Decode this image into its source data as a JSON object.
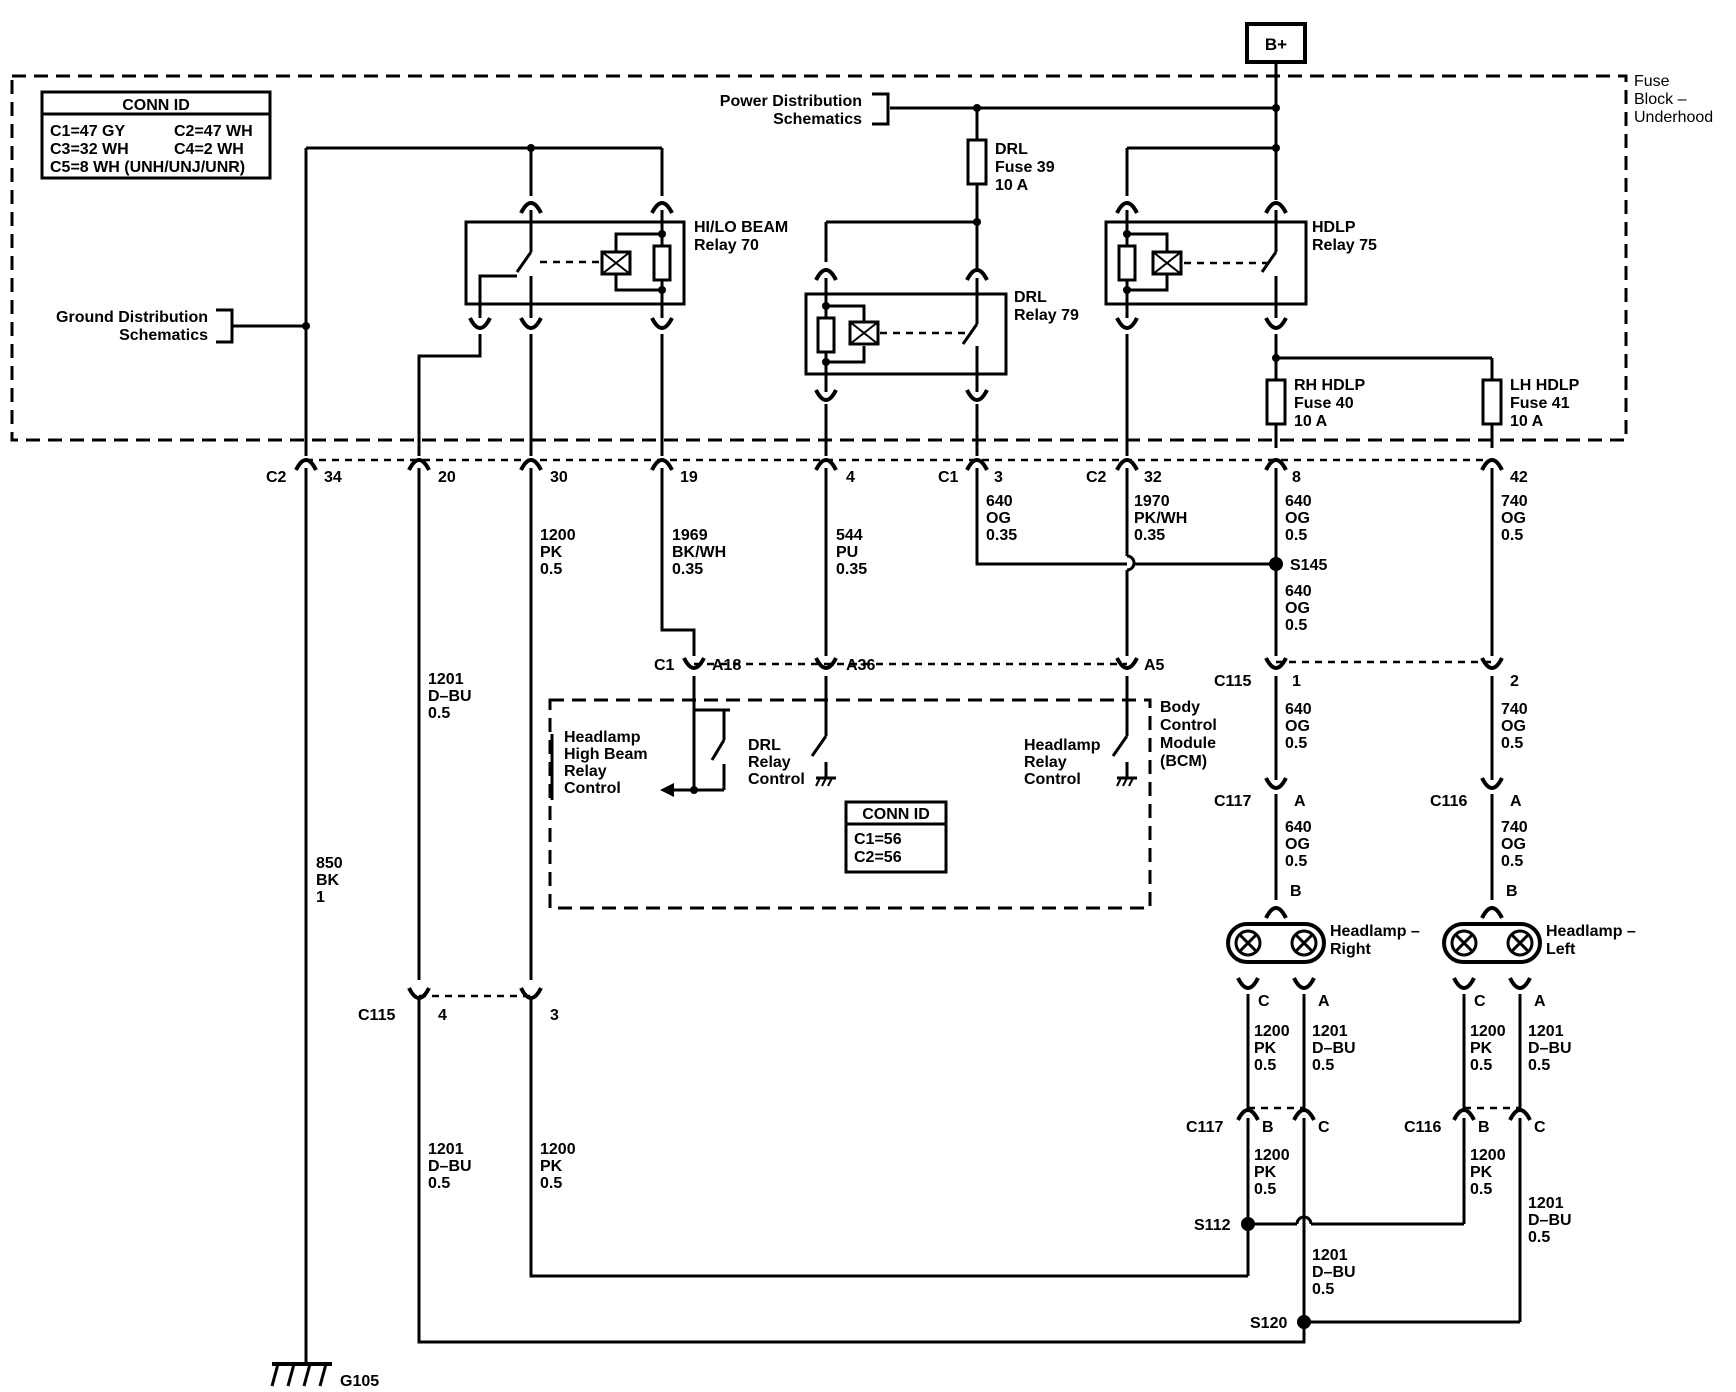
{
  "power": {
    "battery": "B+"
  },
  "fuse_block": {
    "line1": "Fuse",
    "line2": "Block –",
    "line3": "Underhood"
  },
  "conn_id_top": {
    "title": "CONN ID",
    "c1": "C1=47 GY",
    "c2": "C2=47 WH",
    "c3": "C3=32 WH",
    "c4": "C4=2 WH",
    "c5": "C5=8 WH (UNH/UNJ/UNR)"
  },
  "conn_id_bcm": {
    "title": "CONN ID",
    "c1": "C1=56",
    "c2": "C2=56"
  },
  "refs": {
    "power_dist_1": "Power Distribution",
    "power_dist_2": "Schematics",
    "ground_dist_1": "Ground Distribution",
    "ground_dist_2": "Schematics"
  },
  "fuses": {
    "drl": {
      "l1": "DRL",
      "l2": "Fuse 39",
      "l3": "10 A"
    },
    "rh": {
      "l1": "RH HDLP",
      "l2": "Fuse 40",
      "l3": "10 A"
    },
    "lh": {
      "l1": "LH HDLP",
      "l2": "Fuse 41",
      "l3": "10 A"
    }
  },
  "relays": {
    "hilo": {
      "l1": "HI/LO BEAM",
      "l2": "Relay 70"
    },
    "drl": {
      "l1": "DRL",
      "l2": "Relay 79"
    },
    "hdlp": {
      "l1": "HDLP",
      "l2": "Relay 75"
    }
  },
  "connectors": {
    "c2": "C2",
    "c1": "C1",
    "c2b": "C2",
    "c1_bcm": "C1",
    "c115": "C115",
    "c115b": "C115",
    "c117": "C117",
    "c116": "C116",
    "c117b": "C117",
    "c116b": "C116"
  },
  "pins": {
    "p34": "34",
    "p20": "20",
    "p30": "30",
    "p19": "19",
    "p4": "4",
    "p3": "3",
    "p32": "32",
    "p8": "8",
    "p42": "42",
    "a18": "A18",
    "a36": "A36",
    "a5": "A5",
    "c115_1": "1",
    "c115_2": "2",
    "c115_4": "4",
    "c115_3": "3",
    "c117_a": "A",
    "c116_a": "A",
    "c117_b": "B",
    "c116_b": "B",
    "hr_c": "C",
    "hr_a": "A",
    "hl_c": "C",
    "hl_a": "A",
    "c117b_b": "B",
    "c117b_c": "C",
    "c116b_b": "B",
    "c116b_c": "C"
  },
  "wires": {
    "w1200pk_a": {
      "c": "1200",
      "col": "PK",
      "g": "0.5"
    },
    "w1969": {
      "c": "1969",
      "col": "BK/WH",
      "g": "0.35"
    },
    "w544": {
      "c": "544",
      "col": "PU",
      "g": "0.35"
    },
    "w640_drl": {
      "c": "640",
      "col": "OG",
      "g": "0.35"
    },
    "w1970": {
      "c": "1970",
      "col": "PK/WH",
      "g": "0.35"
    },
    "w640_a": {
      "c": "640",
      "col": "OG",
      "g": "0.5"
    },
    "w740_a": {
      "c": "740",
      "col": "OG",
      "g": "0.5"
    },
    "w640_b": {
      "c": "640",
      "col": "OG",
      "g": "0.5"
    },
    "w640_c": {
      "c": "640",
      "col": "OG",
      "g": "0.5"
    },
    "w740_c": {
      "c": "740",
      "col": "OG",
      "g": "0.5"
    },
    "w640_d": {
      "c": "640",
      "col": "OG",
      "g": "0.5"
    },
    "w740_d": {
      "c": "740",
      "col": "OG",
      "g": "0.5"
    },
    "w1201_a": {
      "c": "1201",
      "col": "D–BU",
      "g": "0.5"
    },
    "w850": {
      "c": "850",
      "col": "BK",
      "g": "1"
    },
    "w1201_b": {
      "c": "1201",
      "col": "D–BU",
      "g": "0.5"
    },
    "w1200pk_b": {
      "c": "1200",
      "col": "PK",
      "g": "0.5"
    },
    "w1200_hr": {
      "c": "1200",
      "col": "PK",
      "g": "0.5"
    },
    "w1201_hr": {
      "c": "1201",
      "col": "D–BU",
      "g": "0.5"
    },
    "w1200_hl": {
      "c": "1200",
      "col": "PK",
      "g": "0.5"
    },
    "w1201_hl": {
      "c": "1201",
      "col": "D–BU",
      "g": "0.5"
    },
    "w1200_s112": {
      "c": "1200",
      "col": "PK",
      "g": "0.5"
    },
    "w1200_s112b": {
      "c": "1200",
      "col": "PK",
      "g": "0.5"
    },
    "w1201_s120": {
      "c": "1201",
      "col": "D–BU",
      "g": "0.5"
    },
    "w1201_lhc": {
      "c": "1201",
      "col": "D–BU",
      "g": "0.5"
    }
  },
  "splices": {
    "s145": "S145",
    "s112": "S112",
    "s120": "S120"
  },
  "ground": {
    "g105": "G105"
  },
  "bcm": {
    "l1": "Body",
    "l2": "Control",
    "l3": "Module",
    "l4": "(BCM)",
    "hb1": "Headlamp",
    "hb2": "High Beam",
    "hb3": "Relay",
    "hb4": "Control",
    "drl1": "DRL",
    "drl2": "Relay",
    "drl3": "Control",
    "hd1": "Headlamp",
    "hd2": "Relay",
    "hd3": "Control"
  },
  "lamps": {
    "right": {
      "l1": "Headlamp –",
      "l2": "Right"
    },
    "left": {
      "l1": "Headlamp –",
      "l2": "Left"
    }
  }
}
